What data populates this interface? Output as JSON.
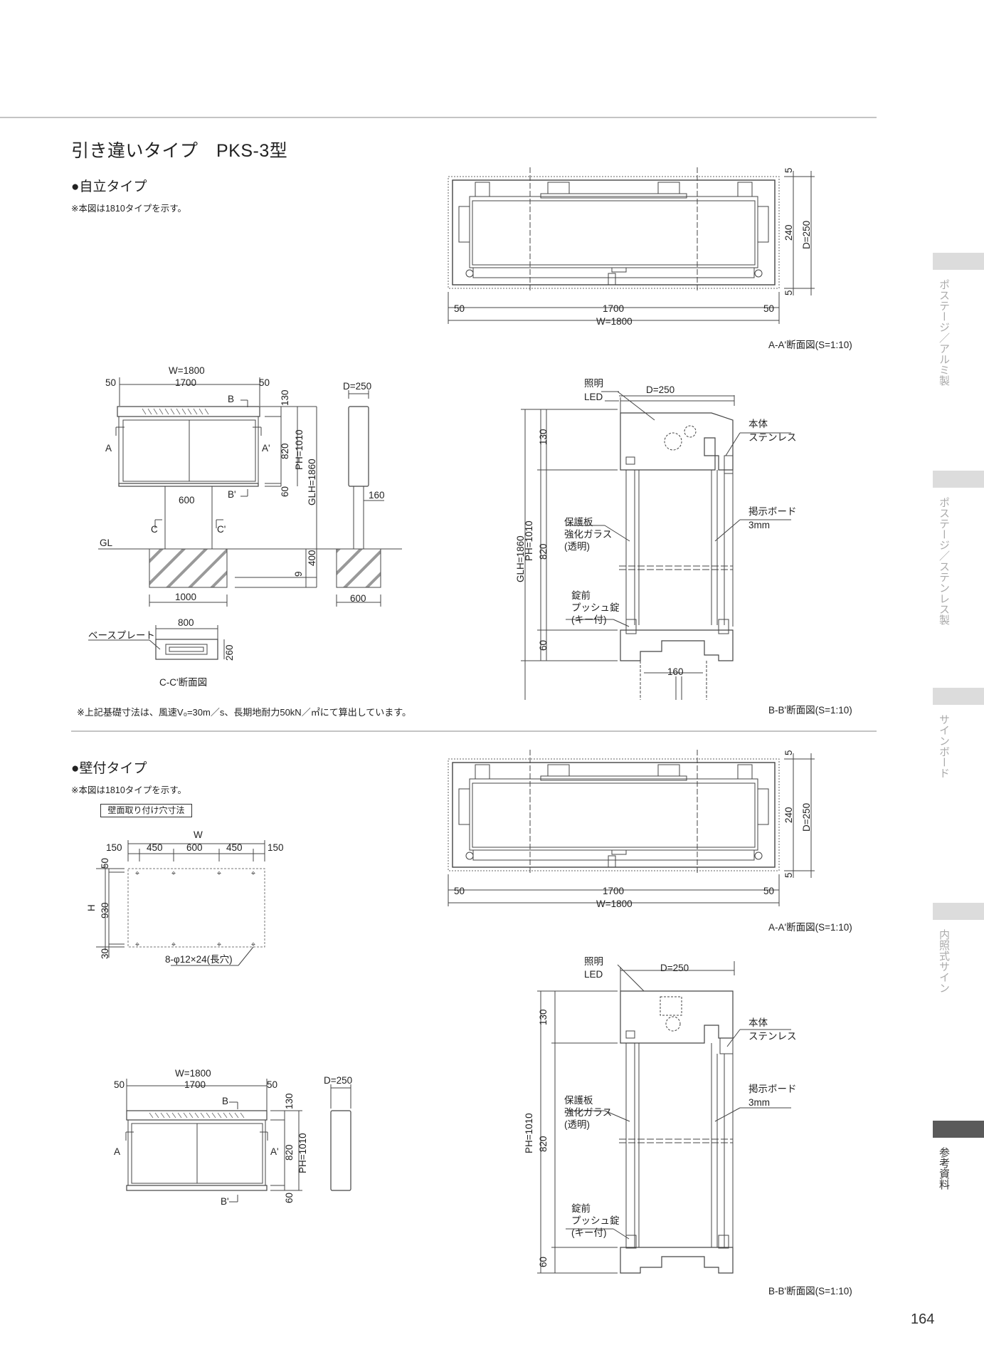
{
  "title": "引き違いタイプ　PKS-3型",
  "section1": {
    "heading": "●自立タイプ",
    "note": "※本図は1810タイプを示す。",
    "foundation_note": "※上記基礎寸法は、風速V₀=30m／s、長期地耐力50kN／㎡にて算出しています。"
  },
  "section2": {
    "heading": "●壁付タイプ",
    "note": "※本図は1810タイプを示す。",
    "box_label": "壁面取り付け穴寸法"
  },
  "plan_view": {
    "caption": "A-A'断面図(S=1:10)",
    "dim_left": "50",
    "dim_mid": "1700",
    "dim_right": "50",
    "dim_total": "W=1800",
    "dim_top": "5",
    "dim_depth": "240",
    "dim_bottom": "5",
    "dim_d": "D=250"
  },
  "elevation": {
    "w": "W=1800",
    "left": "50",
    "mid": "1700",
    "right": "50",
    "top": "130",
    "body": "820",
    "bottom": "60",
    "ph": "PH=1010",
    "glh": "GLH=1860",
    "mark_a": "A",
    "mark_a2": "A'",
    "mark_b": "B",
    "mark_b2": "B'",
    "post": "600",
    "mark_c": "C",
    "mark_c2": "C'",
    "gl": "GL",
    "foundation": "1000",
    "depth": "400",
    "depth2": "9"
  },
  "side_view": {
    "d": "D=250",
    "post": "160",
    "foundation": "600"
  },
  "cc_section": {
    "width": "800",
    "height": "260",
    "label": "ベースプレート",
    "caption": "C-C'断面図"
  },
  "bb_section": {
    "caption": "B-B'断面図(S=1:10)",
    "light": [
      "照明",
      "LED"
    ],
    "d": "D=250",
    "body": [
      "本体",
      "ステンレス"
    ],
    "board": [
      "掲示ボード",
      "3mm"
    ],
    "glass": [
      "保護板",
      "強化ガラス",
      "(透明)"
    ],
    "lock": [
      "錠前",
      "プッシュ錠",
      "(キー付)"
    ],
    "glh": "GLH=1860",
    "ph": "PH=1010",
    "top": "130",
    "body_h": "820",
    "bottom": "60",
    "post": "160"
  },
  "wall_holes": {
    "w": "W",
    "c1": "150",
    "c2": "450",
    "c3": "600",
    "c4": "450",
    "c5": "150",
    "h": "H",
    "r1": "50",
    "r2": "930",
    "r3": "30",
    "hole": "8-φ12×24(長穴)"
  },
  "wall_elevation": {
    "w": "W=1800",
    "left": "50",
    "mid": "1700",
    "right": "50",
    "top": "130",
    "body": "820",
    "bottom": "60",
    "ph": "PH=1010",
    "mark_a": "A",
    "mark_a2": "A'",
    "mark_b": "B",
    "mark_b2": "B'"
  },
  "wall_side": {
    "d": "D=250"
  },
  "side_tabs": [
    {
      "label": "ポステージ／アルミ製",
      "active": false
    },
    {
      "label": "ポステージ／ステンレス製",
      "active": false
    },
    {
      "label": "サインボード",
      "active": false
    },
    {
      "label": "内照式サイン",
      "active": false
    },
    {
      "label": "参考資料",
      "active": true
    }
  ],
  "page_number": "164"
}
